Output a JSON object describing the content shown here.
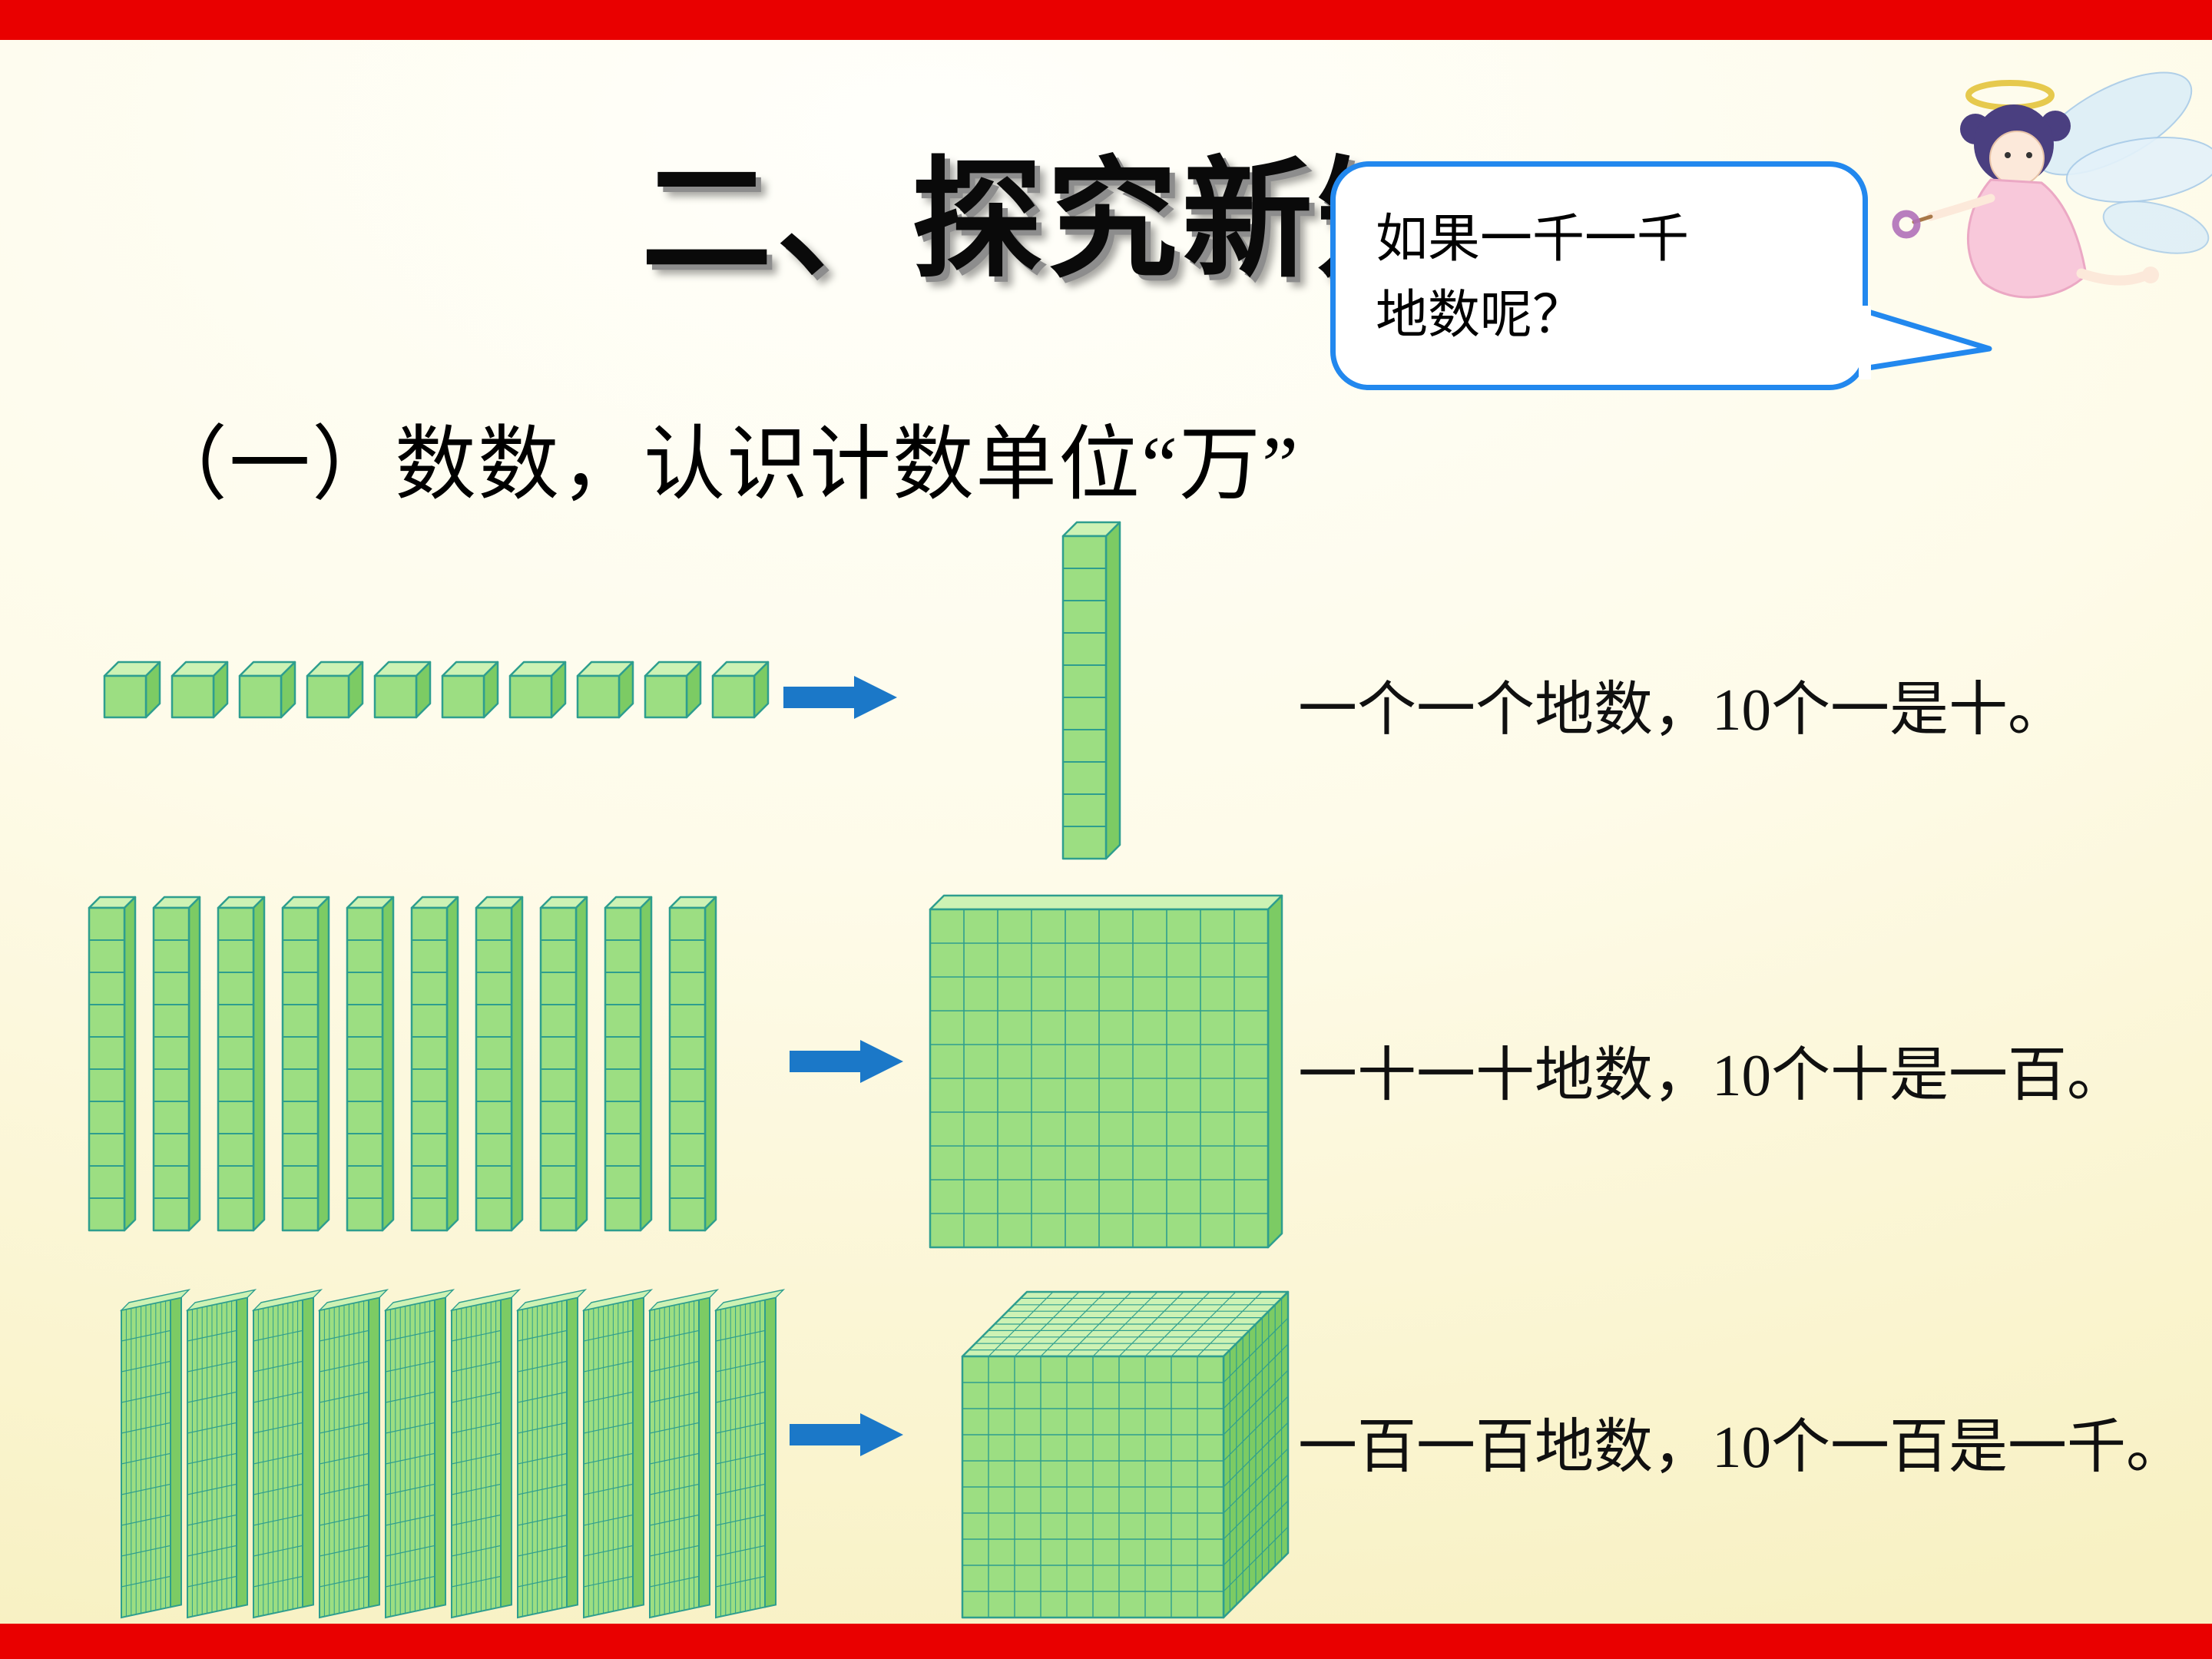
{
  "slide": {
    "title": "二、探究新知",
    "subtitle": "（一）数数，认识计数单位“万”"
  },
  "speech_bubble": {
    "line1": "如果一千一千",
    "line2": "地数呢？",
    "border_color": "#2288EE"
  },
  "rows": [
    {
      "id": "ones",
      "caption": "一个一个地数，10个一是十。"
    },
    {
      "id": "tens",
      "caption": "一十一十地数，10个十是一百。"
    },
    {
      "id": "hundreds",
      "caption": "一百一百地数，10个一百是一千。"
    }
  ],
  "blocks": {
    "unit_cubes": 10,
    "rod_units": 10,
    "rods": 10,
    "flat_rows": 10,
    "flat_cols": 10,
    "flats": 10,
    "cube_cells": 10,
    "colors": {
      "front": "#9CDE82",
      "top": "#CDF2B4",
      "side": "#7CCB64",
      "stroke": "#2E9E8E",
      "arrow": "#1B78C8"
    }
  },
  "frame": {
    "bar_color": "#E90000"
  }
}
